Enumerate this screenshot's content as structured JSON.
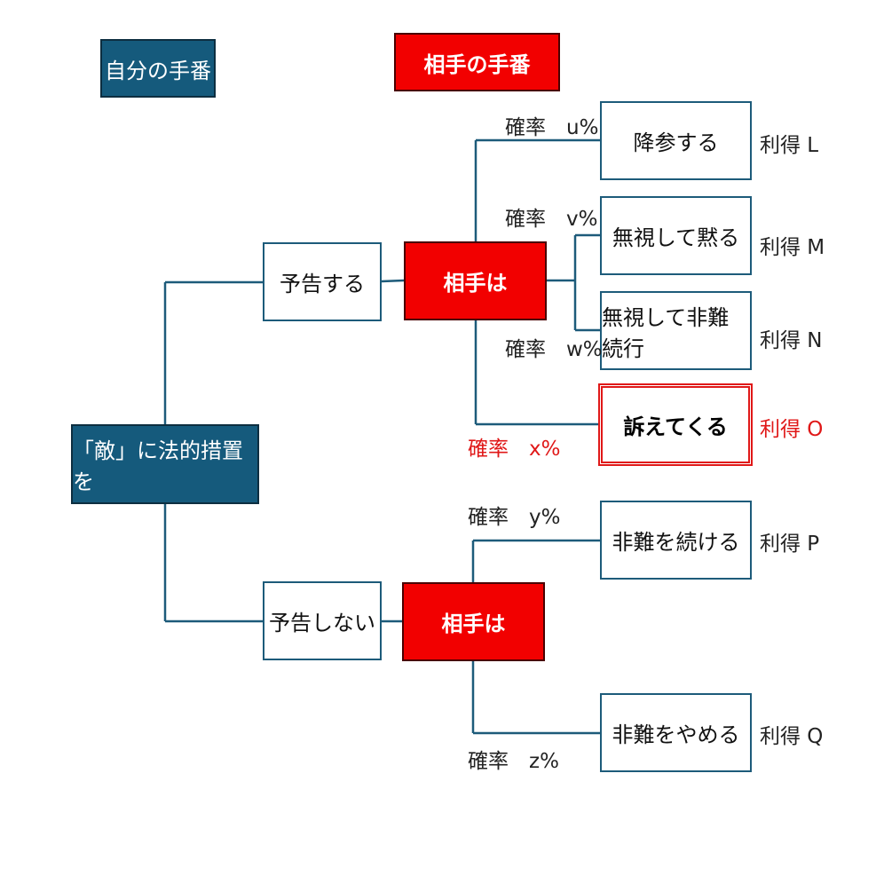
{
  "legend": {
    "self_turn": "自分の手番",
    "opponent_turn": "相手の手番"
  },
  "root": {
    "label": "「敵」に法的措置を"
  },
  "choices": {
    "warn": "予告する",
    "no_warn": "予告しない"
  },
  "opponent": {
    "after_warn": "相手は",
    "after_no_warn": "相手は"
  },
  "warn_outcomes": [
    {
      "prob": "確率　u%",
      "action": "降参する",
      "payoff": "利得 L"
    },
    {
      "prob": "確率　v%",
      "action": "無視して黙る",
      "payoff": "利得 M"
    },
    {
      "prob": "確率　w%",
      "action": "無視して非難続行",
      "payoff": "利得 N"
    },
    {
      "prob": "確率　x%",
      "action": "訴えてくる",
      "payoff": "利得 O"
    }
  ],
  "no_warn_outcomes": [
    {
      "prob": "確率　y%",
      "action": "非難を続ける",
      "payoff": "利得 P"
    },
    {
      "prob": "確率　z%",
      "action": "非難をやめる",
      "payoff": "利得 Q"
    }
  ],
  "colors": {
    "navy": "#155a7c",
    "red": "#f20000",
    "line": "#1d5b7a",
    "highlight_text": "#e01818"
  }
}
